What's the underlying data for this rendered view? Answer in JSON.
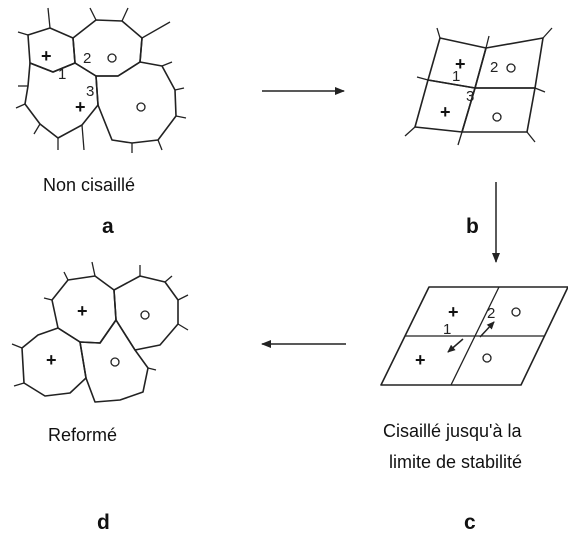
{
  "panels": {
    "a": {
      "letter": "a",
      "caption": "Non cisaillé",
      "labels": [
        "1",
        "2",
        "3"
      ],
      "plus": "+"
    },
    "b": {
      "letter": "b",
      "labels": [
        "1",
        "2",
        "3"
      ],
      "plus": "+"
    },
    "c": {
      "letter": "c",
      "caption_line1": "Cisaillé jusqu'à la",
      "caption_line2": "limite de stabilité",
      "labels": [
        "1",
        "2"
      ],
      "plus": "+"
    },
    "d": {
      "letter": "d",
      "caption": "Reformé",
      "plus": "+"
    }
  },
  "flow": [
    "a",
    "b",
    "c",
    "d"
  ]
}
